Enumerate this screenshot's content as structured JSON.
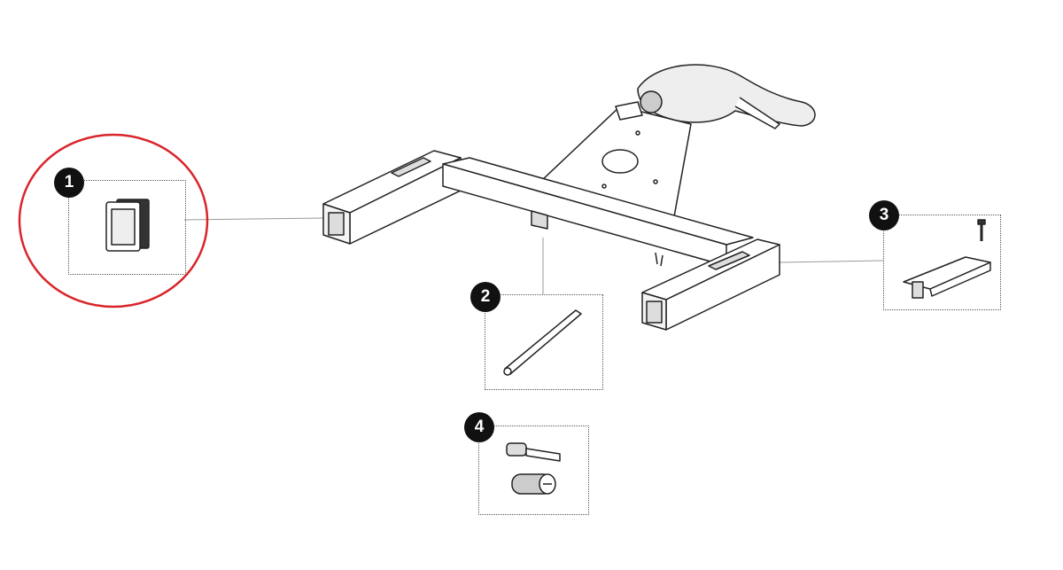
{
  "callouts": [
    {
      "number": "1",
      "part": "end-cap"
    },
    {
      "number": "2",
      "part": "rod"
    },
    {
      "number": "3",
      "part": "latch-with-screw"
    },
    {
      "number": "4",
      "part": "key-and-lock-cylinder"
    }
  ],
  "highlight_color": "#d9252a",
  "selected_callout": "1"
}
